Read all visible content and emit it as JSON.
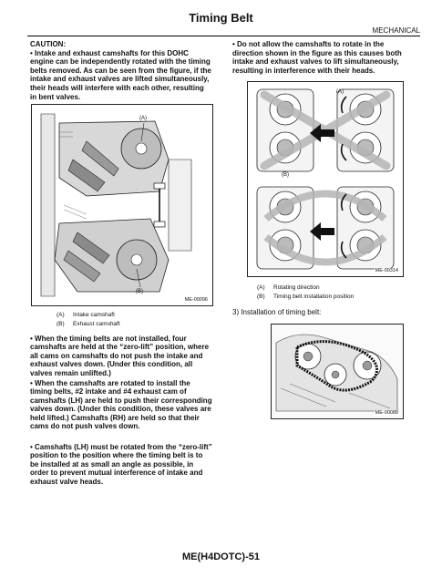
{
  "header": {
    "title": "Timing Belt",
    "section": "MECHANICAL"
  },
  "left": {
    "caution_heading": "CAUTION:",
    "caution_text": "• Intake and exhaust camshafts for this DOHC engine can be independently rotated with the timing belts removed. As can be seen from the figure, if the intake and exhaust valves are lifted simultaneously, their heads will interfere with each other, resulting in bent valves.",
    "figure1": {
      "id": "ME-00096",
      "callout_a": "(A)",
      "callout_b": "(B)"
    },
    "legend1": [
      {
        "key": "(A)",
        "text": "Intake camshaft"
      },
      {
        "key": "(B)",
        "text": "Exhaust camshaft"
      }
    ],
    "paragraph1": "• When the timing belts are not installed, four camshafts are held at the “zero-lift” position, where all cams on camshafts do not push the intake and exhaust valves down. (Under this condition, all valves remain unlifted.)",
    "paragraph2": "• When the camshafts are rotated to install the timing belts, #2 intake and #4 exhaust cam of camshafts (LH) are held to push their corresponding valves down. (Under this condition, these valves are held lifted.) Camshafts (RH) are held so that their cams do not push valves down.",
    "paragraph3": "• Camshafts (LH) must be rotated from the “zero-lift” position to the position where the timing belt is to be installed at as small an angle as possible, in order to prevent mutual interference of intake and exhaust valve heads."
  },
  "right": {
    "bullet_text": "• Do not allow the camshafts to rotate in the direction shown in the figure as this causes both intake and exhaust valves to lift simultaneously, resulting in interference with their heads.",
    "figure2": {
      "id": "ME-00314",
      "callout_a": "(A)",
      "callout_b": "(B)"
    },
    "legend2": [
      {
        "key": "(A)",
        "text": "Rotating direction"
      },
      {
        "key": "(B)",
        "text": "Timing belt installation position"
      }
    ],
    "step3": "3) Installation of timing belt:",
    "figure3": {
      "id": "ME-00088"
    }
  },
  "footer": {
    "page": "ME(H4DOTC)-51"
  }
}
